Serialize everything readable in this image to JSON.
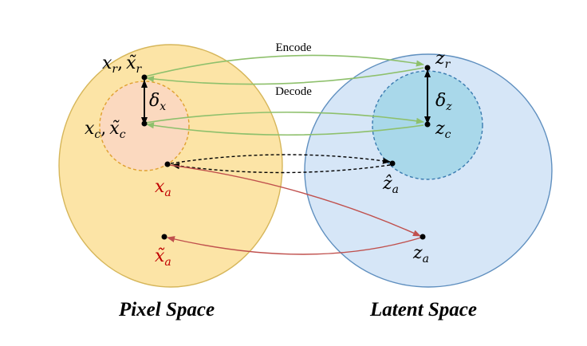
{
  "colors": {
    "pixel_fill": "#fce4a6",
    "pixel_stroke": "#d6b65a",
    "pixel_inner_fill": "#fbd9bf",
    "pixel_inner_stroke": "#e0a030",
    "latent_fill": "#d6e6f7",
    "latent_stroke": "#5f8fbf",
    "latent_inner_fill": "#a9d8ea",
    "latent_inner_stroke": "#3a7bb0",
    "green_arrow": "#8ec06c",
    "red_arrow": "#c0504d",
    "black": "#000000",
    "red_text": "#c00000"
  },
  "labels": {
    "encode": "Encode",
    "decode": "Decode",
    "pixel_space": "Pixel Space",
    "latent_space": "Latent Space",
    "x_r": "x",
    "x_r_sub": "r",
    "x_r_tilde": "x̃",
    "x_r_tilde_sub": "r",
    "x_c": "x",
    "x_c_sub": "c",
    "x_c_tilde": "x̃",
    "x_c_tilde_sub": "c",
    "x_a": "x",
    "x_a_sub": "a",
    "x_a_tilde": "x̃",
    "x_a_tilde_sub": "a",
    "delta_x": "δ",
    "delta_x_sub": "x",
    "z_r": "z",
    "z_r_sub": "r",
    "z_c": "z",
    "z_c_sub": "c",
    "z_a_hat": "ẑ",
    "z_a_hat_sub": "a",
    "z_a": "z",
    "z_a_sub": "a",
    "delta_z": "δ",
    "delta_z_sub": "z",
    "comma": ","
  }
}
